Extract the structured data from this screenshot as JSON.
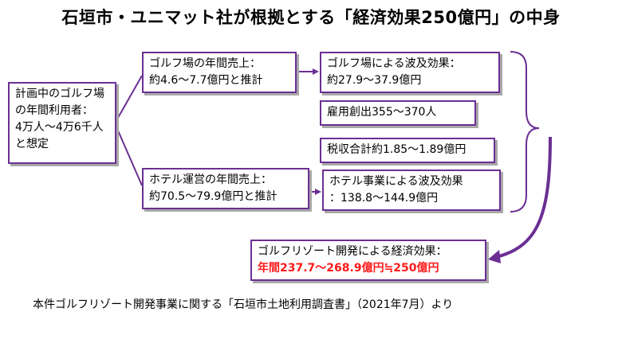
{
  "title": "石垣市・ユニマット社が根拠とする「経済効果250億円」の中身",
  "boxes": {
    "usage": {
      "lines": [
        "計画中のゴルフ場",
        "の年間利用者：",
        "4万人～4万6千人",
        "と想定"
      ]
    },
    "golf_sales": {
      "lines": [
        "ゴルフ場の年間売上：",
        "約4.6～7.7億円と推計"
      ]
    },
    "hotel_sales": {
      "lines": [
        "ホテル運営の年間売上：",
        "約70.5～79.9億円と推計"
      ]
    },
    "golf_ripple": {
      "lines": [
        "ゴルフ場による波及効果：",
        "約27.9～37.9億円"
      ]
    },
    "employment": {
      "lines": [
        "雇用創出355～370人"
      ]
    },
    "tax": {
      "lines": [
        "税収合計約1.85～1.89億円"
      ]
    },
    "hotel_ripple": {
      "lines": [
        "ホテル事業による波及効果",
        "：138.8～144.9億円"
      ]
    },
    "result": {
      "label": "ゴルフリゾート開発による経済効果：",
      "value": "年間237.7～268.9億円≒250億円"
    }
  },
  "source": "本件ゴルフリゾート開発事業に関する「石垣市土地利用調査書」（2021年7月）より",
  "colors": {
    "frame": "#6a2f93",
    "highlight": "#ff1a1a",
    "shadow": "#a9a9a9"
  }
}
